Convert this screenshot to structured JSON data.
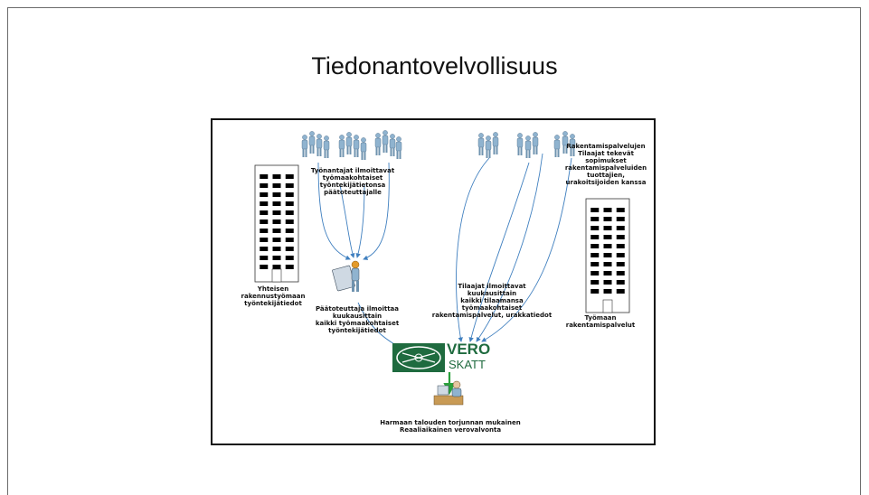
{
  "slide": {
    "title": "Tiedonantovelvollisuus"
  },
  "diagram": {
    "employers_text": "Työnantajat ilmoittavat\ntyömaakohtaiset\ntyöntekijätietonsa\npäätoteuttajalle",
    "clients_text": "Rakentamispalvelujen\nTilaajat tekevät\nsopimukset\nrakentamispalveluiden\ntuottajien,\nurakoitsijoiden kanssa",
    "left_building_text": "Yhteisen rakennustyömaan\ntyöntekijätiedot",
    "right_building_text": "Työmaan rakentamispalvelut",
    "main_contractor_text": "Päätoteuttaja ilmoittaa\nkuukausittain\nkaikki työmaakohtaiset\ntyöntekijätiedot",
    "clients_report_text": "Tilaajat ilmoittavat\nkuukausittain\nkaikki tilaamansa\ntyömaakohtaiset\nrakentamispalvelut, urakkatiedot",
    "vero_logo_top": "VERO",
    "vero_logo_bottom": "SKATT",
    "bottom_text": "Harmaan talouden torjunnan mukainen\nReaaliaikainen verovalvonta"
  },
  "colors": {
    "arrow": "#3f7fbf",
    "vero_green": "#1f6b3f",
    "figure": "#8fb3cf",
    "down_arrow": "#2aa03c"
  }
}
